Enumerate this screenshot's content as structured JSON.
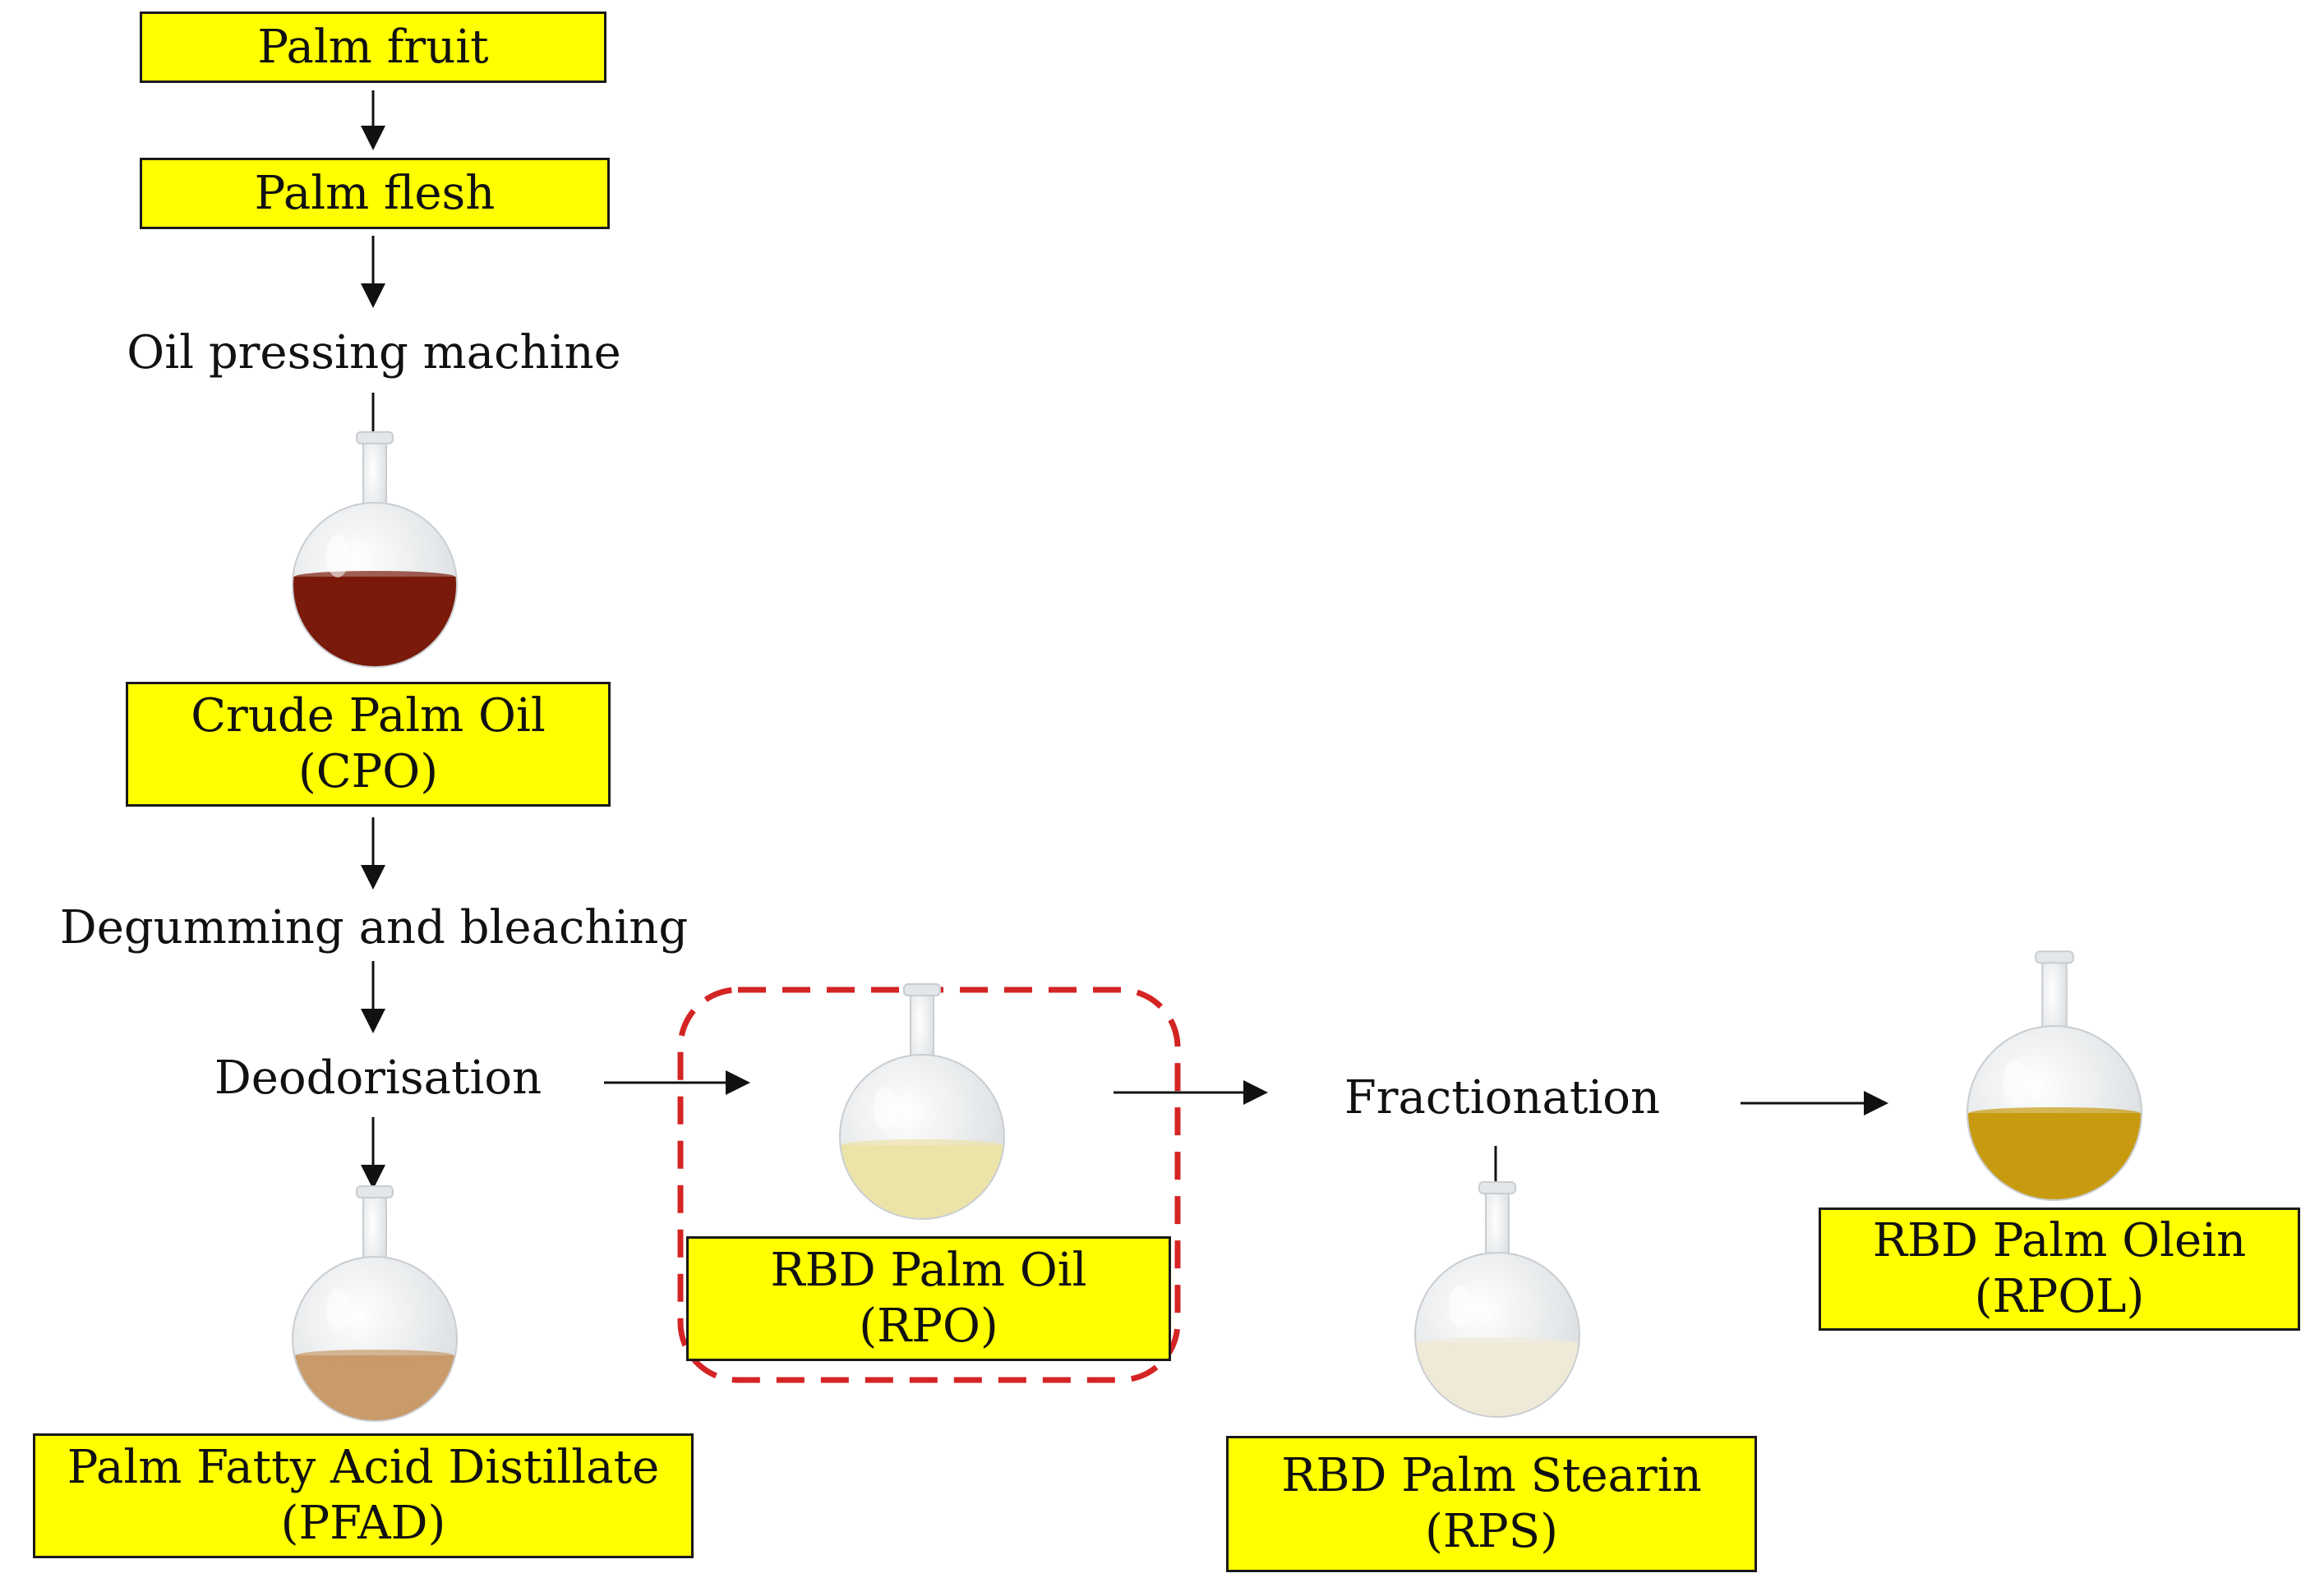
{
  "diagram": {
    "nodes": {
      "palm_fruit": {
        "line1": "Palm fruit"
      },
      "palm_flesh": {
        "line1": "Palm flesh"
      },
      "oil_pressing": {
        "line1": "Oil pressing machine"
      },
      "cpo": {
        "line1": "Crude Palm Oil",
        "line2": "(CPO)"
      },
      "degumming": {
        "line1": "Degumming and bleaching"
      },
      "deodorisation": {
        "line1": "Deodorisation"
      },
      "pfad": {
        "line1": "Palm Fatty Acid Distillate",
        "line2": "(PFAD)"
      },
      "rpo": {
        "line1": "RBD Palm Oil",
        "line2": "(RPO)"
      },
      "fractionation": {
        "line1": "Fractionation"
      },
      "rps": {
        "line1": "RBD Palm Stearin",
        "line2": "(RPS)"
      },
      "rpol": {
        "line1": "RBD Palm Olein",
        "line2": "(RPOL)"
      }
    },
    "flasks": {
      "cpo_flask": {
        "liquid_color": "#7a1a0a",
        "level": 0.55
      },
      "pfad_flask": {
        "liquid_color": "#c99a6a",
        "level": 0.4
      },
      "rpo_flask": {
        "liquid_color": "#ece3a8",
        "level": 0.45
      },
      "rps_flask": {
        "liquid_color": "#efe9d8",
        "level": 0.45
      },
      "rpol_flask": {
        "liquid_color": "#c79a10",
        "level": 0.5
      }
    },
    "colors": {
      "box_fill": "#ffff00",
      "highlight": "#d42424",
      "arrow": "#111111"
    }
  }
}
